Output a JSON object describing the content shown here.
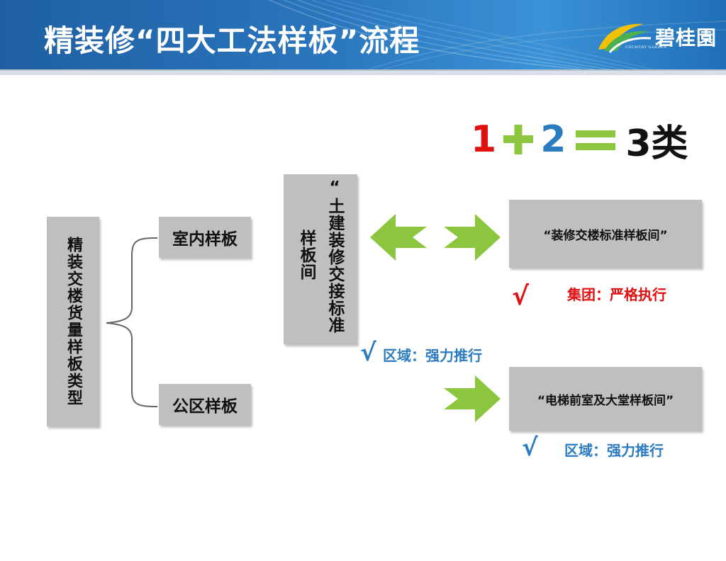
{
  "header": {
    "title": "精装修“四大工法样板”流程",
    "logo_name": "碧桂園",
    "logo_sub": "COUNTRY GARDEN"
  },
  "formula": {
    "a": "1",
    "plus": "+",
    "b": "2",
    "equals": "=",
    "result": "3类"
  },
  "left_box": "精装交楼货量样板类型",
  "branch_top": "室内样板",
  "branch_bottom": "公区样板",
  "center_box": {
    "col_right": "“土建装修交接标准",
    "col_left": "样板间"
  },
  "right_top": {
    "label": "“装修交楼标准样板间”",
    "check": "√",
    "note": "集团：严格执行"
  },
  "middle_note": {
    "check": "√",
    "text": "区域：强力推行"
  },
  "right_bottom": {
    "label": "“电梯前室及大堂样板间”",
    "check": "√",
    "note": "区域：强力推行"
  },
  "colors": {
    "header_blue": "#2a76bd",
    "box_gray": "#bfbfbf",
    "arrow_green": "#8cc63f",
    "red": "#e01010",
    "blue": "#2a7bc0"
  }
}
